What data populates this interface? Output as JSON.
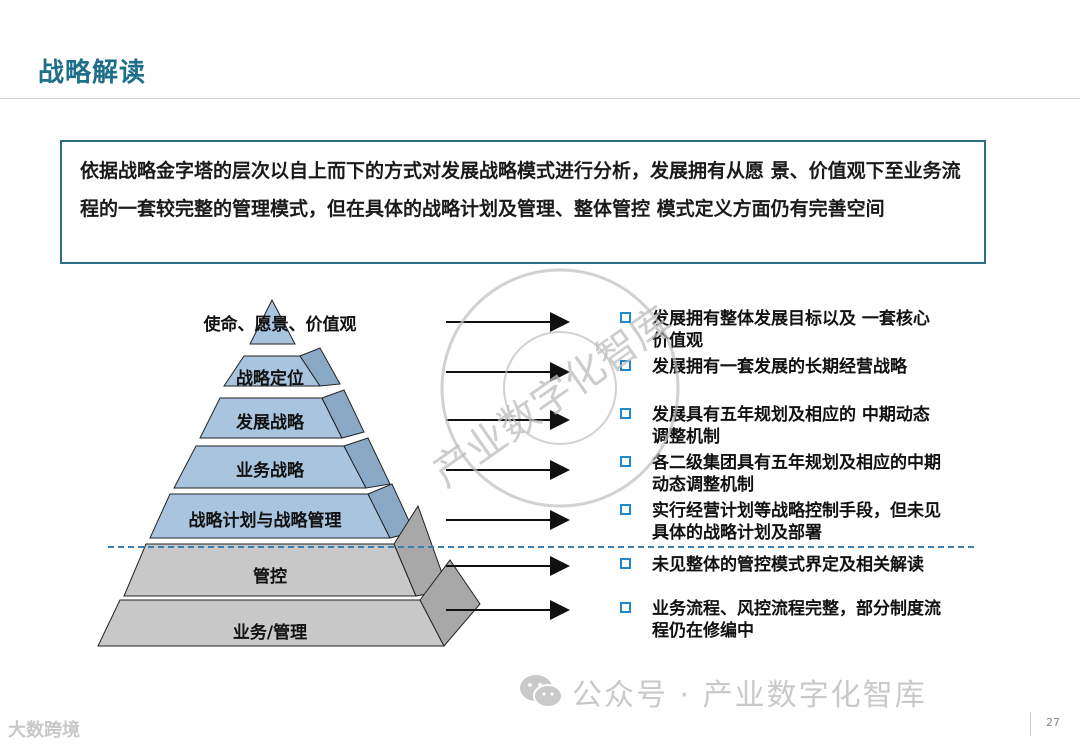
{
  "title": "战略解读",
  "intro_text": "依据战略金字塔的层次以自上而下的方式对发展战略模式进行分析，发展拥有从愿 景、价值观下至业务流程的一套较完整的管理模式，但在具体的战略计划及管理、整体管控 模式定义方面仍有完善空间",
  "pyramid": {
    "layers": [
      {
        "label": "使命、愿景、价值观"
      },
      {
        "label": "战略定位"
      },
      {
        "label": "发展战略"
      },
      {
        "label": "业务战略"
      },
      {
        "label": "战略计划与战略管理"
      },
      {
        "label": "管控"
      },
      {
        "label": "业务/管理"
      }
    ]
  },
  "bullets": [
    {
      "text": "发展拥有整体发展目标以及 一套核心价值观"
    },
    {
      "text": "发展拥有一套发展的长期经营战略"
    },
    {
      "text": "发展具有五年规划及相应的 中期动态调整机制"
    },
    {
      "text": "各二级集团具有五年规划及相应的中期动态调整机制"
    },
    {
      "text": "实行经营计划等战略控制手段，但未见具体的战略计划及部署"
    },
    {
      "text": "未见整体的管控模式界定及相关解读"
    },
    {
      "text": "业务流程、风控流程完整，部分制度流程仍在修编中"
    }
  ],
  "watermark": {
    "text": "产业数字化智库"
  },
  "footer": {
    "brand": "公众号 · 产业数字化智库",
    "left_logo": "大数跨境",
    "page_number": "27"
  },
  "colors": {
    "title": "#1f6f8b",
    "layer_blue": "#a9c4de",
    "layer_gray": "#c8c8c8",
    "bullet_box": "#1e88c8"
  }
}
